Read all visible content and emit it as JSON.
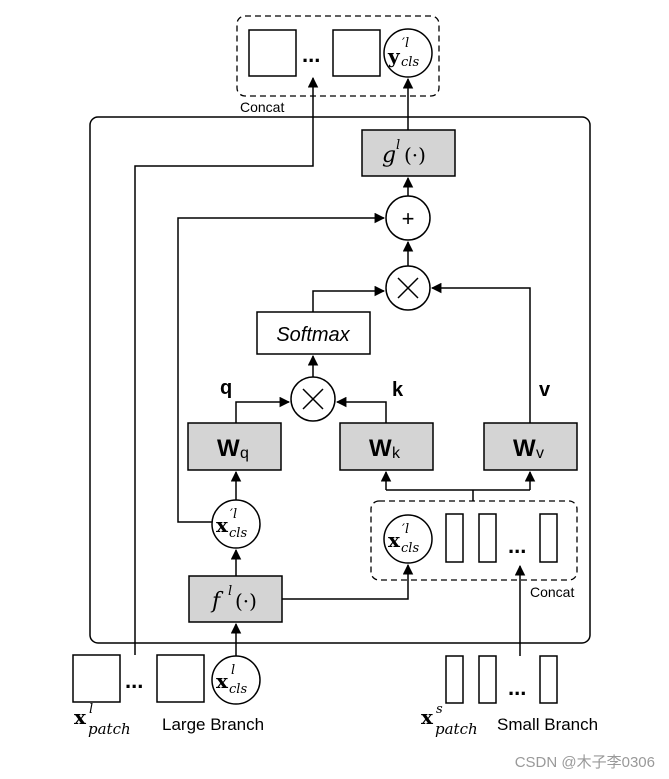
{
  "labels": {
    "concat_top": "Concat",
    "concat_right": "Concat",
    "dots": "...",
    "y_cls": "y",
    "y_sup": "′l",
    "y_sub": "cls",
    "g_func": "g",
    "g_sup": "l",
    "g_arg": "(·)",
    "plus": "+",
    "times": "×",
    "softmax": "Softmax",
    "q": "q",
    "k": "k",
    "v": "v",
    "wq_main": "W",
    "wq_sub": "q",
    "wk_main": "W",
    "wk_sub": "k",
    "wv_main": "W",
    "wv_sub": "v",
    "x_cls": "x",
    "x_cls_sup": "′l",
    "x_cls_sub": "cls",
    "f_func": "f",
    "f_sup": "l",
    "f_arg": "(·)",
    "x_cls_in": "x",
    "x_cls_in_sup": "l",
    "x_cls_in_sub": "cls",
    "x_patch": "x",
    "x_patch_sup": "l",
    "x_patch_sub": "patch",
    "large_branch": "Large Branch",
    "xs_patch": "x",
    "xs_patch_sup": "s",
    "xs_patch_sub": "patch",
    "small_branch": "Small Branch",
    "watermark": "CSDN @木子李0306"
  }
}
